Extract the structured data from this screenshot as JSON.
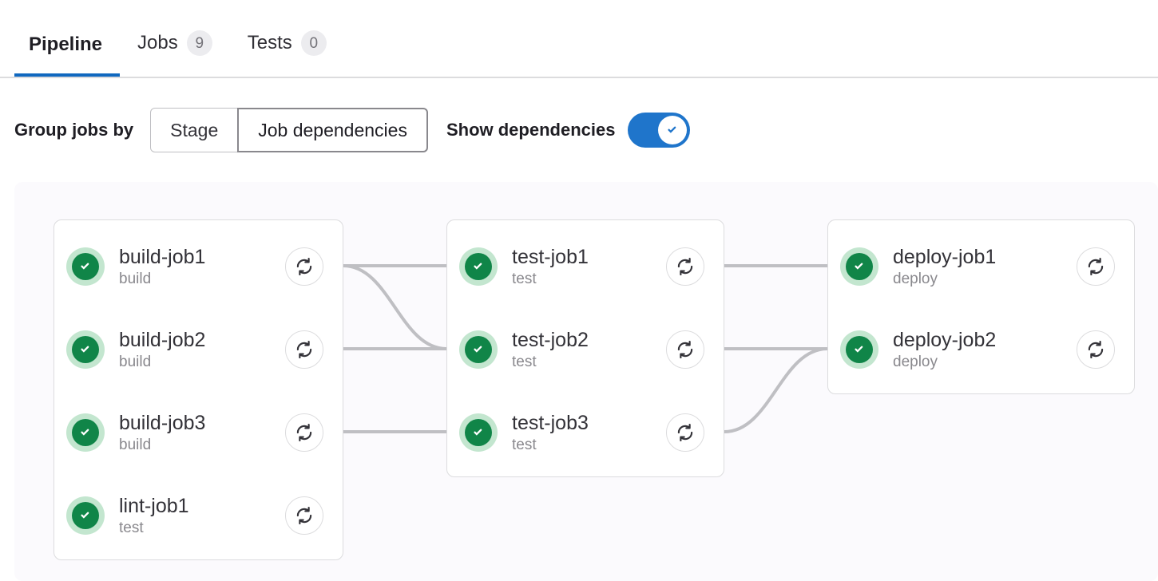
{
  "tabs": [
    {
      "label": "Pipeline",
      "badge": null,
      "active": true,
      "name": "tab-pipeline"
    },
    {
      "label": "Jobs",
      "badge": "9",
      "active": false,
      "name": "tab-jobs"
    },
    {
      "label": "Tests",
      "badge": "0",
      "active": false,
      "name": "tab-tests"
    }
  ],
  "controls": {
    "group_label": "Group jobs by",
    "group_options": [
      {
        "label": "Stage",
        "selected": false
      },
      {
        "label": "Job dependencies",
        "selected": true
      }
    ],
    "toggle_label": "Show dependencies",
    "toggle_on": true,
    "toggle_icon": "check-icon"
  },
  "colors": {
    "accent_blue": "#1f75cb",
    "tab_underline": "#1068bf",
    "status_green": "#108548",
    "status_green_halo": "#c3e6cf",
    "link_gray": "#bfbfc3",
    "graph_bg": "#fbfafd",
    "card_border": "#dcdcde"
  },
  "graph": {
    "columns": [
      {
        "name": "column-build",
        "jobs": [
          {
            "name": "build-job1",
            "stage": "build",
            "status": "success",
            "status_icon": "status-success-icon",
            "retry_icon": "retry-icon"
          },
          {
            "name": "build-job2",
            "stage": "build",
            "status": "success",
            "status_icon": "status-success-icon",
            "retry_icon": "retry-icon"
          },
          {
            "name": "build-job3",
            "stage": "build",
            "status": "success",
            "status_icon": "status-success-icon",
            "retry_icon": "retry-icon"
          },
          {
            "name": "lint-job1",
            "stage": "test",
            "status": "success",
            "status_icon": "status-success-icon",
            "retry_icon": "retry-icon"
          }
        ]
      },
      {
        "name": "column-test",
        "jobs": [
          {
            "name": "test-job1",
            "stage": "test",
            "status": "success",
            "status_icon": "status-success-icon",
            "retry_icon": "retry-icon"
          },
          {
            "name": "test-job2",
            "stage": "test",
            "status": "success",
            "status_icon": "status-success-icon",
            "retry_icon": "retry-icon"
          },
          {
            "name": "test-job3",
            "stage": "test",
            "status": "success",
            "status_icon": "status-success-icon",
            "retry_icon": "retry-icon"
          }
        ]
      },
      {
        "name": "column-deploy",
        "jobs": [
          {
            "name": "deploy-job1",
            "stage": "deploy",
            "status": "success",
            "status_icon": "status-success-icon",
            "retry_icon": "retry-icon"
          },
          {
            "name": "deploy-job2",
            "stage": "deploy",
            "status": "success",
            "status_icon": "status-success-icon",
            "retry_icon": "retry-icon"
          }
        ]
      }
    ],
    "links": [
      {
        "from": "build-job1",
        "to": "test-job1",
        "shape": "straight"
      },
      {
        "from": "build-job1",
        "to": "test-job2",
        "shape": "curve-down"
      },
      {
        "from": "build-job2",
        "to": "test-job2",
        "shape": "straight"
      },
      {
        "from": "build-job3",
        "to": "test-job3",
        "shape": "straight"
      },
      {
        "from": "test-job1",
        "to": "deploy-job1",
        "shape": "straight"
      },
      {
        "from": "test-job2",
        "to": "deploy-job2",
        "shape": "straight"
      },
      {
        "from": "test-job3",
        "to": "deploy-job2",
        "shape": "curve-up"
      }
    ]
  }
}
